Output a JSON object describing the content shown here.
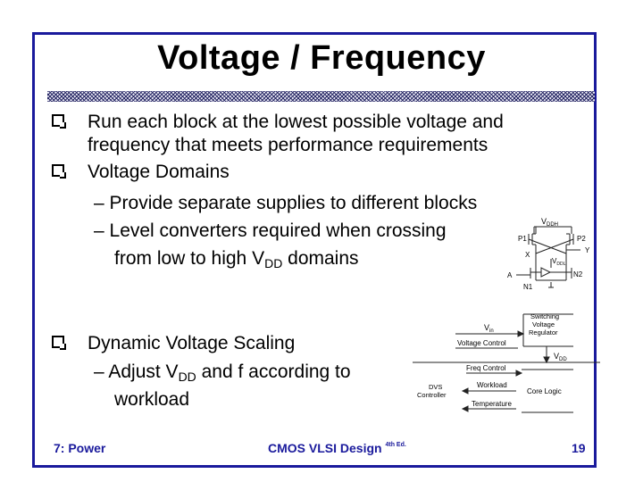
{
  "slide": {
    "title": "Voltage / Frequency",
    "bullets": [
      {
        "line1": "Run each block at the lowest possible voltage and",
        "line2": "frequency that meets performance requirements"
      },
      {
        "line1": "Voltage Domains"
      },
      {
        "line1": "Dynamic Voltage Scaling"
      }
    ],
    "sub_bullets": {
      "supplies": "– Provide separate supplies to different blocks",
      "level_conv_1": "– Level converters required when crossing",
      "level_conv_2_pre": "from low to high V",
      "level_conv_2_sub": "DD",
      "level_conv_2_post": " domains",
      "adjust_pre": "– Adjust V",
      "adjust_sub": "DD",
      "adjust_post": " and f according to",
      "adjust_2": "workload"
    },
    "colors": {
      "frame": "#1a1a9c",
      "footer": "#1a1a9c"
    }
  },
  "level_converter_diagram": {
    "vddh": "V",
    "vddh_sub": "DDH",
    "vddl": "V",
    "vddl_sub": "DDL",
    "p1": "P1",
    "p2": "P2",
    "n1": "N1",
    "n2": "N2",
    "x": "X",
    "y": "Y",
    "a": "A"
  },
  "dvs_diagram": {
    "vin": "V",
    "vin_sub": "in",
    "voltage_control": "Voltage Control",
    "regulator_1": "Switching",
    "regulator_2": "Voltage",
    "regulator_3": "Regulator",
    "vdd": "V",
    "vdd_sub": "DD",
    "freq_control": "Freq Control",
    "workload": "Workload",
    "core_logic": "Core Logic",
    "dvs_1": "DVS",
    "dvs_2": "Controller",
    "temperature": "Temperature"
  },
  "footer": {
    "left": "7: Power",
    "center": "CMOS VLSI Design",
    "edition": "4th Ed.",
    "page": "19"
  }
}
